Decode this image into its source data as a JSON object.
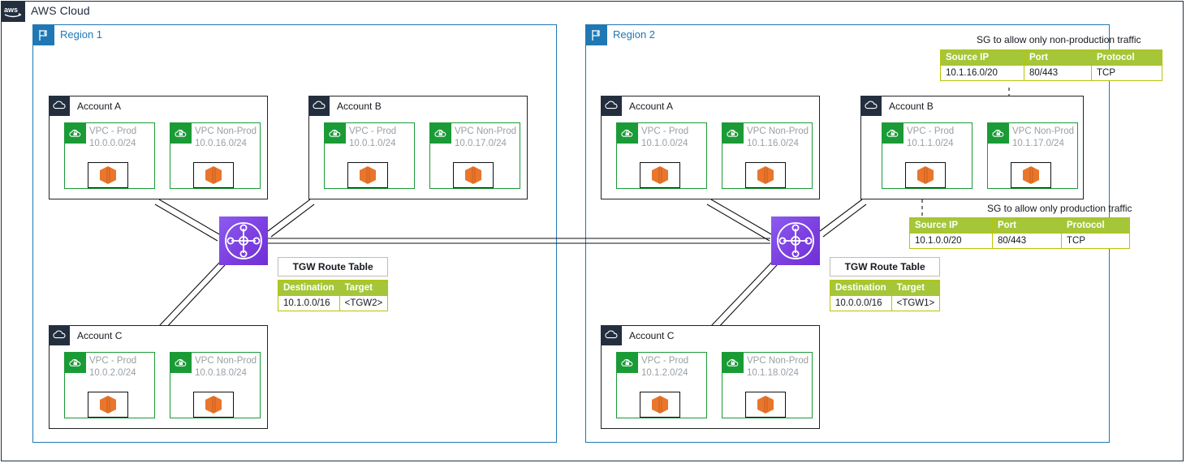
{
  "cloud": {
    "title": "AWS Cloud",
    "icon": "aws-logo"
  },
  "regions": [
    {
      "id": "region1",
      "label": "Region 1",
      "icon": "flag-icon"
    },
    {
      "id": "region2",
      "label": "Region 2",
      "icon": "flag-icon"
    }
  ],
  "accounts": [
    {
      "id": "r1-account-a",
      "region": "Region 1",
      "label": "Account A",
      "icon": "account-cloud-icon",
      "vpcs": [
        {
          "name": "VPC - Prod",
          "cidr": "10.0.0.0/24",
          "icon": "vpc-icon",
          "instance_icon": "ec2-instance-icon"
        },
        {
          "name": "VPC Non-Prod",
          "cidr": "10.0.16.0/24",
          "icon": "vpc-icon",
          "instance_icon": "ec2-instance-icon"
        }
      ]
    },
    {
      "id": "r1-account-b",
      "region": "Region 1",
      "label": "Account B",
      "icon": "account-cloud-icon",
      "vpcs": [
        {
          "name": "VPC - Prod",
          "cidr": "10.0.1.0/24",
          "icon": "vpc-icon",
          "instance_icon": "ec2-instance-icon"
        },
        {
          "name": "VPC Non-Prod",
          "cidr": "10.0.17.0/24",
          "icon": "vpc-icon",
          "instance_icon": "ec2-instance-icon"
        }
      ]
    },
    {
      "id": "r1-account-c",
      "region": "Region 1",
      "label": "Account C",
      "icon": "account-cloud-icon",
      "vpcs": [
        {
          "name": "VPC - Prod",
          "cidr": "10.0.2.0/24",
          "icon": "vpc-icon",
          "instance_icon": "ec2-instance-icon"
        },
        {
          "name": "VPC Non-Prod",
          "cidr": "10.0.18.0/24",
          "icon": "vpc-icon",
          "instance_icon": "ec2-instance-icon"
        }
      ]
    },
    {
      "id": "r2-account-a",
      "region": "Region 2",
      "label": "Account A",
      "icon": "account-cloud-icon",
      "vpcs": [
        {
          "name": "VPC - Prod",
          "cidr": "10.1.0.0/24",
          "icon": "vpc-icon",
          "instance_icon": "ec2-instance-icon"
        },
        {
          "name": "VPC Non-Prod",
          "cidr": "10.1.16.0/24",
          "icon": "vpc-icon",
          "instance_icon": "ec2-instance-icon"
        }
      ]
    },
    {
      "id": "r2-account-b",
      "region": "Region 2",
      "label": "Account B",
      "icon": "account-cloud-icon",
      "vpcs": [
        {
          "name": "VPC - Prod",
          "cidr": "10.1.1.0/24",
          "icon": "vpc-icon",
          "instance_icon": "ec2-instance-icon"
        },
        {
          "name": "VPC Non-Prod",
          "cidr": "10.1.17.0/24",
          "icon": "vpc-icon",
          "instance_icon": "ec2-instance-icon"
        }
      ]
    },
    {
      "id": "r2-account-c",
      "region": "Region 2",
      "label": "Account C",
      "icon": "account-cloud-icon",
      "vpcs": [
        {
          "name": "VPC - Prod",
          "cidr": "10.1.2.0/24",
          "icon": "vpc-icon",
          "instance_icon": "ec2-instance-icon"
        },
        {
          "name": "VPC Non-Prod",
          "cidr": "10.1.18.0/24",
          "icon": "vpc-icon",
          "instance_icon": "ec2-instance-icon"
        }
      ]
    }
  ],
  "transit_gateways": [
    {
      "id": "tgw1",
      "region": "Region 1",
      "icon": "transit-gateway-icon"
    },
    {
      "id": "tgw2",
      "region": "Region 2",
      "icon": "transit-gateway-icon"
    }
  ],
  "route_tables": [
    {
      "id": "r1-tgw-route-table",
      "caption": "TGW Route Table",
      "headers": [
        "Destination",
        "Target"
      ],
      "rows": [
        [
          "10.1.0.0/16",
          "<TGW2>"
        ]
      ]
    },
    {
      "id": "r2-tgw-route-table",
      "caption": "TGW Route Table",
      "headers": [
        "Destination",
        "Target"
      ],
      "rows": [
        [
          "10.0.0.0/16",
          "<TGW1>"
        ]
      ]
    }
  ],
  "security_groups": [
    {
      "id": "sg-non-prod",
      "caption": "SG to allow only non-production traffic",
      "headers": [
        "Source IP",
        "Port",
        "Protocol"
      ],
      "rows": [
        [
          "10.1.16.0/20",
          "80/443",
          "TCP"
        ]
      ]
    },
    {
      "id": "sg-prod",
      "caption": "SG to allow only production traffic",
      "headers": [
        "Source IP",
        "Port",
        "Protocol"
      ],
      "rows": [
        [
          "10.1.0.0/20",
          "80/443",
          "TCP"
        ]
      ]
    }
  ],
  "colors": {
    "aws_navy": "#232f3e",
    "region_blue": "#1f78b4",
    "vpc_green": "#1a9b36",
    "table_header_green": "#a5c639",
    "tgw_purple": "#7d3fe0",
    "ec2_orange": "#e8762c"
  }
}
